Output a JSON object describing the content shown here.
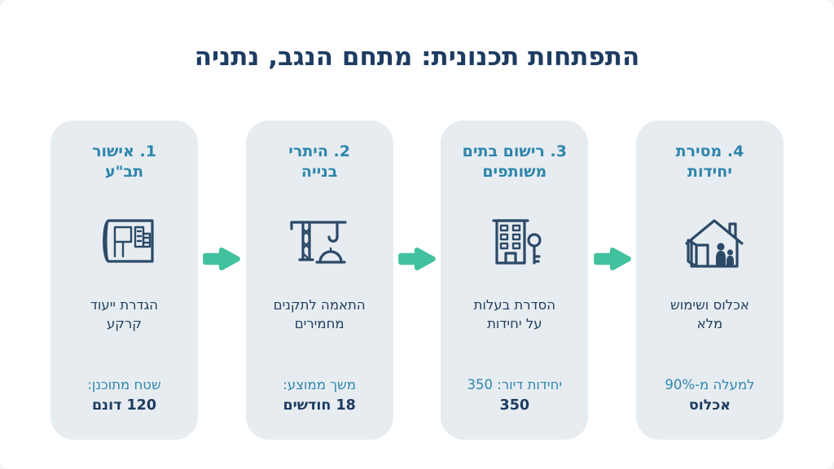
{
  "slide": {
    "title": "התפתחות תכנונית: מתחם הנגב, נתניה"
  },
  "colors": {
    "background": "#ffffff",
    "title_text": "#1d3c61",
    "card_background": "#e7ecf1",
    "step_title": "#2e86ac",
    "body_text": "#23405f",
    "stat_label": "#2e86ac",
    "stat_value": "#1d3c61",
    "arrow": "#41c19d",
    "icon_stroke": "#2c4a68"
  },
  "steps": [
    {
      "title": "1. אישור\nתב\"ע",
      "icon": "blueprint-icon",
      "description": "הגדרת ייעוד\nקרקע",
      "stat_label": "שטח מתוכנן:",
      "stat_value": "120 דונם"
    },
    {
      "title": "2. היתרי\nבנייה",
      "icon": "construction-crane-icon",
      "description": "התאמה לתקנים\nמחמירים",
      "stat_label": "משך ממוצע:",
      "stat_value": "18 חודשים"
    },
    {
      "title": "3. רישום בתים\nמשותפים",
      "icon": "building-key-icon",
      "description": "הסדרת בעלות\nעל יחידות",
      "stat_label": "יחידות דיור: 350",
      "stat_value": "350"
    },
    {
      "title": "4. מסירת\nיחידות",
      "icon": "house-occupancy-icon",
      "description": "אכלוס ושימוש\nמלא",
      "stat_label": "למעלה מ-90%",
      "stat_value": "אכלוס"
    }
  ]
}
